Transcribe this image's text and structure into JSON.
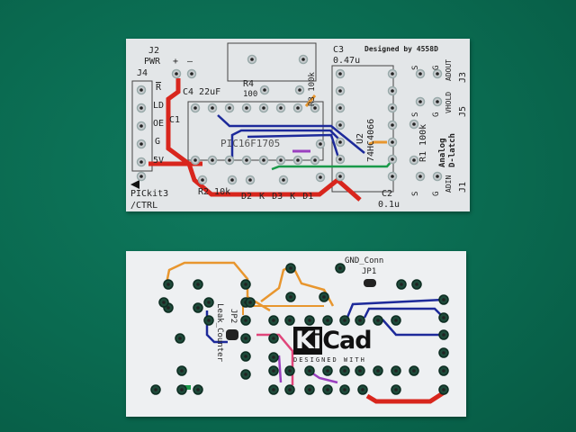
{
  "top_board": {
    "j2": "J2",
    "pwr": "PWR",
    "plus": "+",
    "minus": "—",
    "j4": "J4",
    "pins": [
      "R",
      "LD",
      "OE",
      "G",
      "5V"
    ],
    "c4": "C4 22uF",
    "c1": "C1",
    "r4": "R4",
    "r4_value": "100",
    "c3": "C3",
    "c3_value": "0.47u",
    "designer": "Designed by 4558D",
    "r3": "R3 100k",
    "mcu": "PIC16F1705",
    "u2": "U2",
    "u2_part": "74HC4066",
    "j3": "J3",
    "j3_signal": "ADOUT",
    "j5": "J5",
    "j5_signal": "VHOLD",
    "j1": "J1",
    "j1_signal": "ADIN",
    "sg": [
      "S",
      "G"
    ],
    "r1": "R1 100k",
    "title": "Analog D-latch",
    "pickit": "PICkit3",
    "ctrl": "/CTRL",
    "r2": "R2 10k",
    "diodes": "D2 K D3 K D1",
    "c2": "C2",
    "c2_value": "0.1u"
  },
  "bottom_board": {
    "gnd_conn": "GND_Conn",
    "jp1": "JP1",
    "jp2": "JP2",
    "leak_counter": "Leak_Counter",
    "logo_ki": "Ki",
    "logo_cad": "Cad",
    "logo_tagline": "DESIGNED WITH"
  },
  "colors": {
    "background": "#0a6a50",
    "board": "#e9ecee",
    "trace_red": "#d8261d",
    "trace_blue": "#1d2a9a",
    "trace_orange": "#e8962e",
    "trace_green": "#1a9a4a",
    "trace_purple": "#9a3fbf",
    "trace_pink": "#e0457a"
  }
}
